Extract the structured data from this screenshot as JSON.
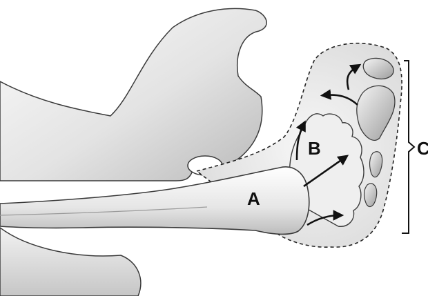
{
  "labels": {
    "a": "A",
    "b": "B",
    "c": "C"
  },
  "style": {
    "stroke": "#3a3a3a",
    "bone_light": "#f4f4f4",
    "bone_mid": "#d9d9d9",
    "bone_dark": "#a9a9a9",
    "soft_tissue": "#ececec",
    "text": "#111111"
  }
}
